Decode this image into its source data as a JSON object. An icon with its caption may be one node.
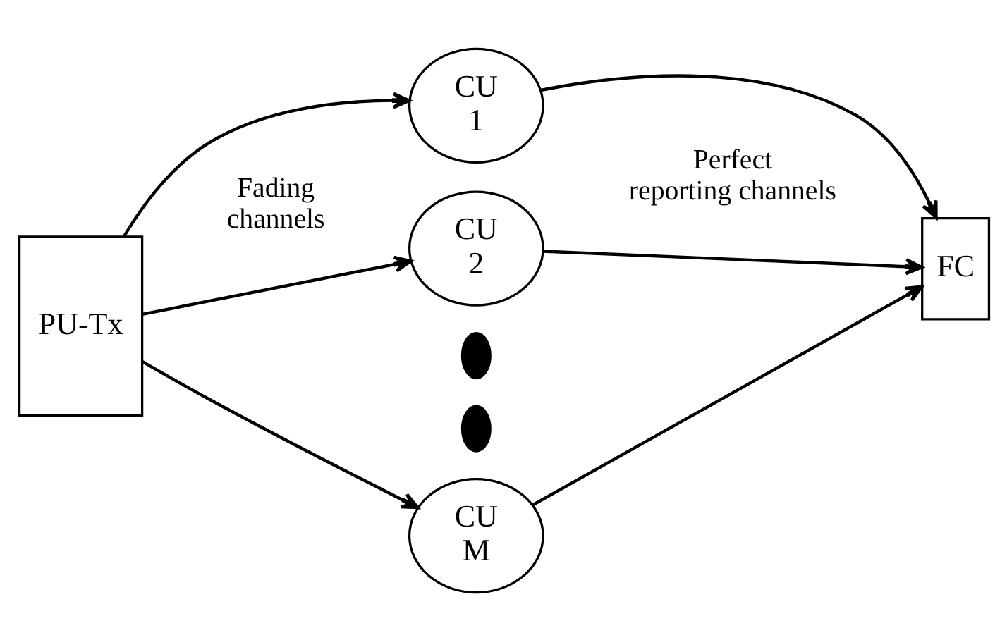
{
  "diagram": {
    "nodes": [
      {
        "text": [
          "PU-Tx"
        ]
      },
      {
        "text": [
          "CU 1"
        ]
      },
      {
        "text": [
          "CU 2"
        ]
      },
      {
        "text": [],
        "shape": "circle"
      },
      {
        "text": [],
        "shape": "circle"
      },
      {
        "text": [
          "CU M"
        ]
      },
      {
        "text": [
          "FC"
        ]
      }
    ],
    "edges": [
      {
        "from": 0,
        "to": 1,
        "arrow": "to"
      },
      {
        "from": 0,
        "to": 2,
        "arrow": "to"
      },
      {
        "from": 0,
        "to": 5,
        "arrow": "to"
      },
      {
        "from": 1,
        "to": 6,
        "arrow": "to"
      },
      {
        "from": 2,
        "to": 6,
        "arrow": "to"
      },
      {
        "from": 5,
        "to": 6,
        "arrow": "to"
      }
    ],
    "labels": [
      "Fading channels",
      "Perfect reporting channels"
    ]
  }
}
